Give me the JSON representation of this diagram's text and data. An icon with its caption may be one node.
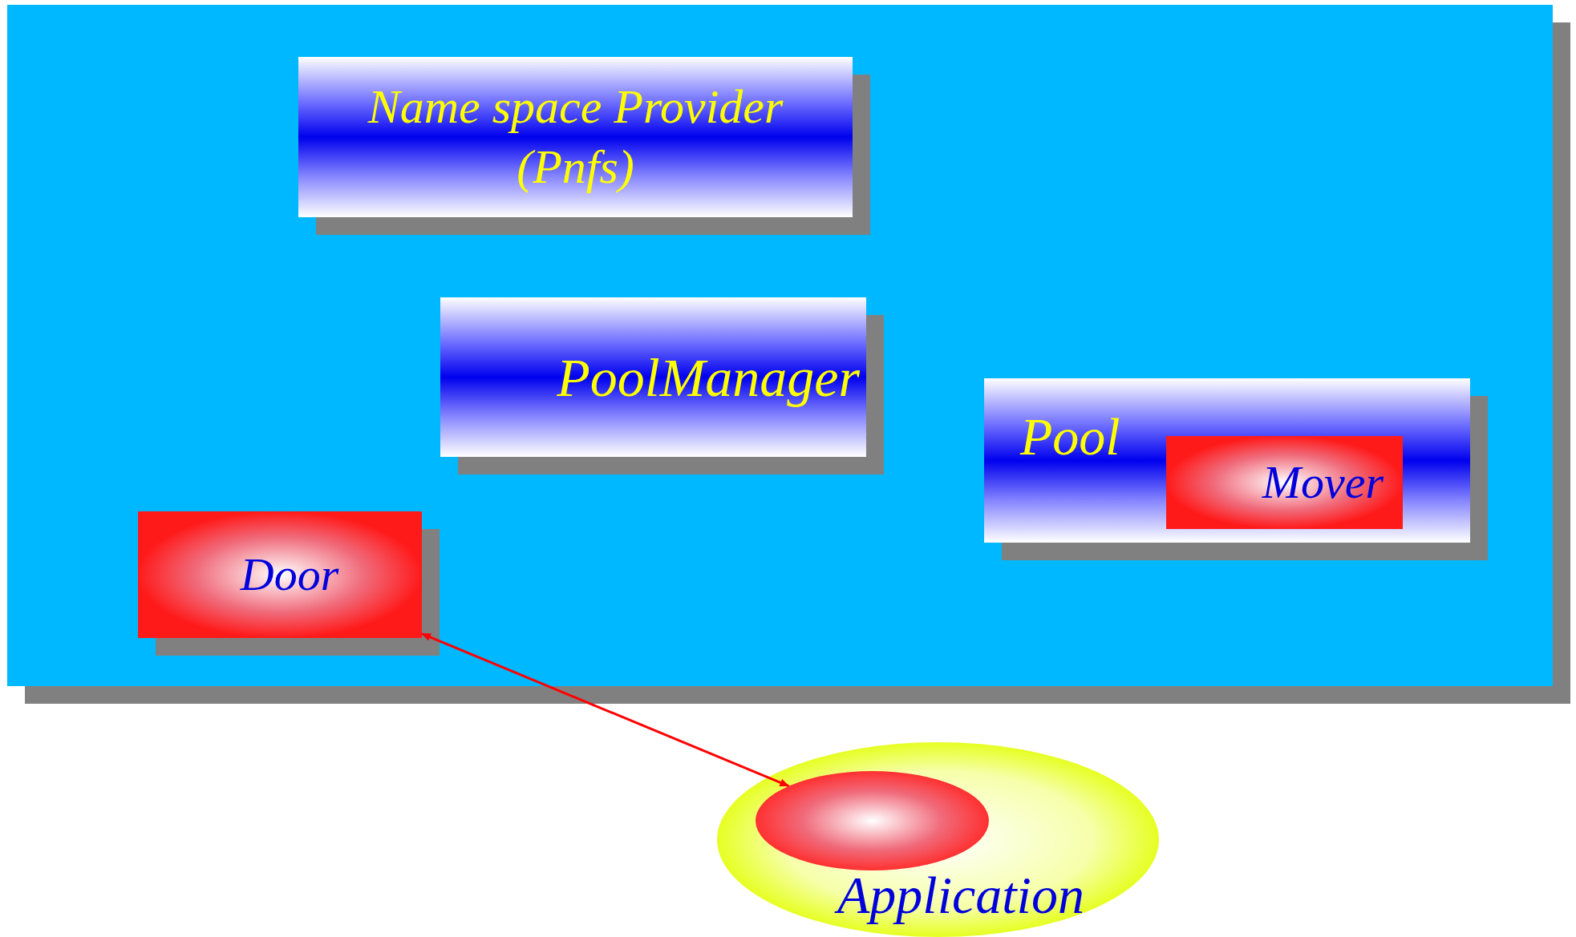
{
  "diagram": {
    "nodes": [
      {
        "text": [],
        "shape": "box"
      },
      {
        "text": [
          "Name space Provider (Pnfs)"
        ],
        "in": 0
      },
      {
        "text": [
          "PoolManager"
        ],
        "in": 0
      },
      {
        "text": [
          "Pool"
        ],
        "in": 0
      },
      {
        "text": [
          "Mover"
        ],
        "in": 3
      },
      {
        "text": [
          "Door"
        ],
        "in": 0
      },
      {
        "text": [
          "Application"
        ]
      },
      {
        "text": [],
        "shape": "circle",
        "in": 6
      }
    ],
    "edges": [
      {
        "from": 5,
        "to": 7,
        "arrow": "both",
        "color": "#ff0000"
      }
    ]
  }
}
